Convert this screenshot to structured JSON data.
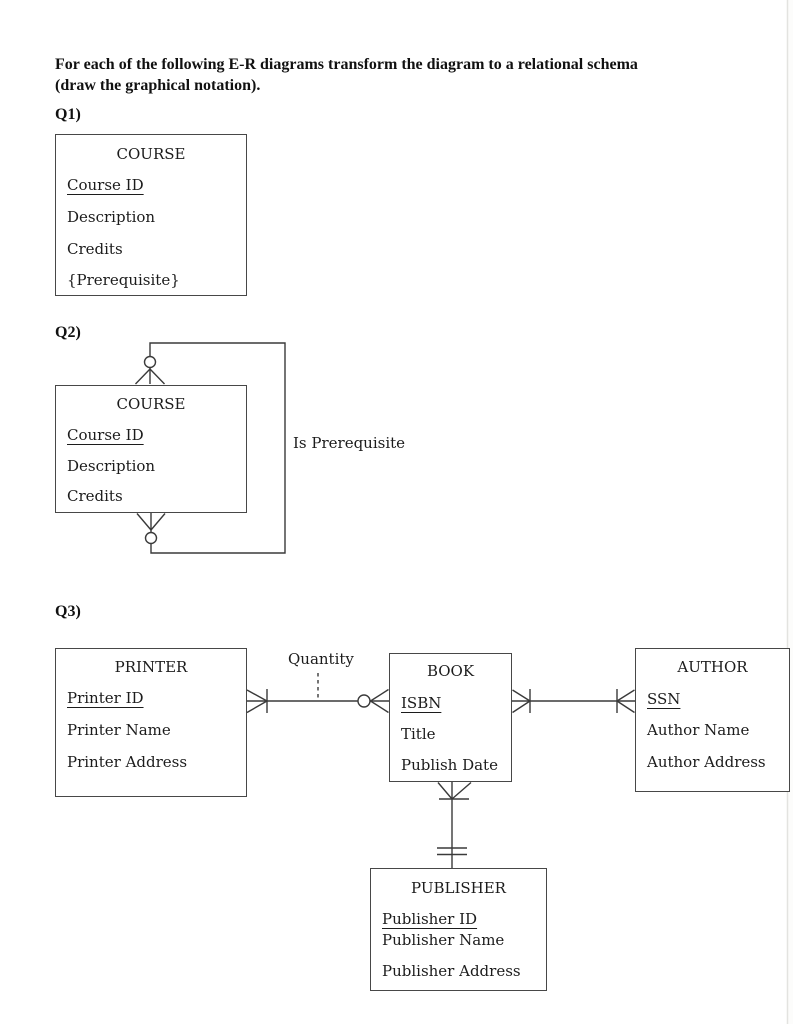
{
  "header": {
    "instruction_line1": "For each of the following E-R diagrams transform the diagram to a relational schema",
    "instruction_line2": "(draw the graphical notation)."
  },
  "q1": {
    "label": "Q1)",
    "entity": {
      "title": "COURSE",
      "attributes": [
        "Course ID",
        "Description",
        "Credits",
        "{Prerequisite}"
      ]
    }
  },
  "q2": {
    "label": "Q2)",
    "relationship_label": "Is Prerequisite",
    "entity": {
      "title": "COURSE",
      "attributes": [
        "Course ID",
        "Description",
        "Credits"
      ]
    },
    "notation": {
      "top_end": "circle-crows-foot (optional many)",
      "bottom_end": "circle-crows-foot (optional many)"
    }
  },
  "q3": {
    "label": "Q3)",
    "entities": {
      "printer": {
        "title": "PRINTER",
        "attributes": [
          "Printer ID",
          "Printer Name",
          "Printer Address"
        ]
      },
      "book": {
        "title": "BOOK",
        "attributes": [
          "ISBN",
          "Title",
          "Publish Date"
        ]
      },
      "author": {
        "title": "AUTHOR",
        "attributes": [
          "SSN",
          "Author Name",
          "Author Address"
        ]
      },
      "publisher": {
        "title": "PUBLISHER",
        "attributes": [
          "Publisher ID",
          "Publisher Name",
          "Publisher Address"
        ]
      }
    },
    "relationships": {
      "printer_book": {
        "label": "Quantity",
        "printer_end": "bar-crows-foot (mandatory many)",
        "book_end": "circle-crows-foot (optional many)"
      },
      "book_author": {
        "book_end": "bar-crows-foot (mandatory many)",
        "author_end": "bar-crows-foot (mandatory many)"
      },
      "book_publisher": {
        "book_end": "bar-crows-foot (mandatory many)",
        "publisher_end": "double-bar (one and only one)"
      }
    }
  },
  "colors": {
    "ink": "#1c1c1c",
    "line": "#3a3a3a",
    "page_edge": "#e3e3e0"
  }
}
